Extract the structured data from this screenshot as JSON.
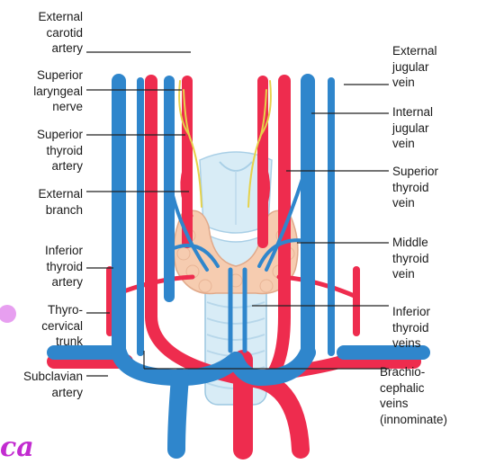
{
  "labels": {
    "external_carotid_artery": "External\ncarotid\nartery",
    "superior_laryngeal_nerve": "Superior\nlaryngeal\nnerve",
    "superior_thyroid_artery": "Superior\nthyroid\nartery",
    "external_branch": "External\nbranch",
    "inferior_thyroid_artery": "Inferior\nthyroid\nartery",
    "thyrocervical_trunk": "Thyro-\ncervical\ntrunk",
    "subclavian_artery": "Subclavian\nartery",
    "external_jugular_vein": "External\njugular\nvein",
    "internal_jugular_vein": "Internal\njugular\nvein",
    "superior_thyroid_vein": "Superior\nthyroid\nvein",
    "middle_thyroid_vein": "Middle\nthyroid\nvein",
    "inferior_thyroid_veins": "Inferior\nthyroid\nveins",
    "brachiocephalic_veins": "Brachio-\ncephalic\nveins\n(innominate)"
  },
  "watermark": "ca",
  "colors": {
    "artery": "#ee2c4e",
    "vein": "#2f86cc",
    "nerve": "#e6d24a",
    "thyroid": "#f6ccb0",
    "trachea": "#d8ecf6",
    "leader": "#222222"
  }
}
